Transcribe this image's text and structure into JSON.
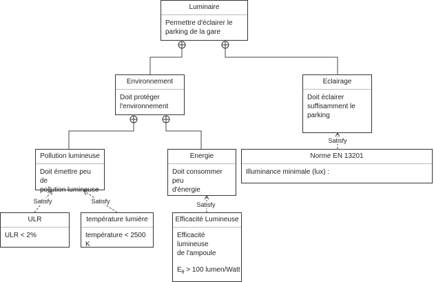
{
  "blocks": {
    "luminaire": {
      "title": "Luminaire",
      "text": "Permettre d'éclairer le\nparking de la gare"
    },
    "environnement": {
      "title": "Environnement",
      "text": "Doit protéger\nl'environnement"
    },
    "eclairage": {
      "title": "Eclairage",
      "text": "Doit éclairer\nsuffisamment le\nparking"
    },
    "pollution": {
      "title": "Pollution lumineuse",
      "text": "Doit émettre peu de\npollution lumineuse"
    },
    "energie": {
      "title": "Energie",
      "text": "Doit consommer peu\nd'énergie"
    },
    "norme": {
      "title": "Norme EN 13201",
      "text": "Illuminance minimale (lux) :"
    },
    "ulr": {
      "title": "ULR",
      "text": "ULR < 2%"
    },
    "temperature": {
      "title": "température lumière",
      "text": "température < 2500 K"
    },
    "efficacite": {
      "title": "Efficacité Lumineuse",
      "text": "Efficacité lumineuse\nde l'ampoule",
      "formula_base": "E",
      "formula_sub": "ff",
      "formula_rest": " > 100 lumen/Watt"
    }
  },
  "relations": {
    "satisfy": "Satisfy"
  }
}
